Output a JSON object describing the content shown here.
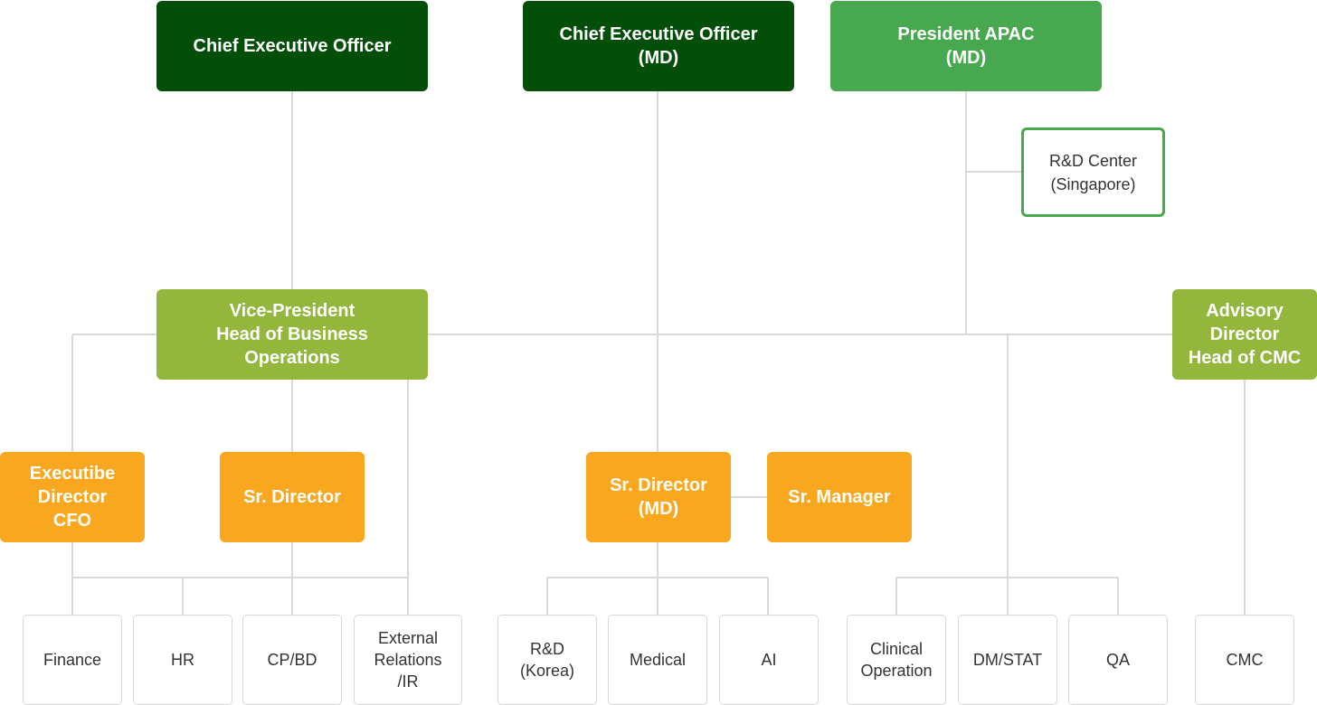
{
  "top": {
    "ceo": "Chief Executive Officer",
    "ceo_md": "Chief Executive Officer\n(MD)",
    "president_apac": "President APAC\n(MD)"
  },
  "rd_center": "R&D Center\n(Singapore)",
  "vp_business": "Vice-President\nHead of Business\nOperations",
  "advisory_director": "Advisory\nDirector\nHead of CMC",
  "executive_director_cfo": "Executibe\nDirector\nCFO",
  "sr_director": "Sr. Director",
  "sr_director_md": "Sr. Director\n(MD)",
  "sr_manager": "Sr. Manager",
  "leaves": {
    "finance": "Finance",
    "hr": "HR",
    "cpbd": "CP/BD",
    "external": "External\nRelations\n/IR",
    "rd_korea": "R&D\n(Korea)",
    "medical": "Medical",
    "ai": "AI",
    "clinical": "Clinical\nOperation",
    "dmstat": "DM/STAT",
    "qa": "QA",
    "cmc": "CMC"
  },
  "colors": {
    "dark_green": "#034f0a",
    "green": "#47a84f",
    "lime": "#93b63d",
    "amber": "#f9a71f",
    "connector": "#d9d9d9"
  }
}
